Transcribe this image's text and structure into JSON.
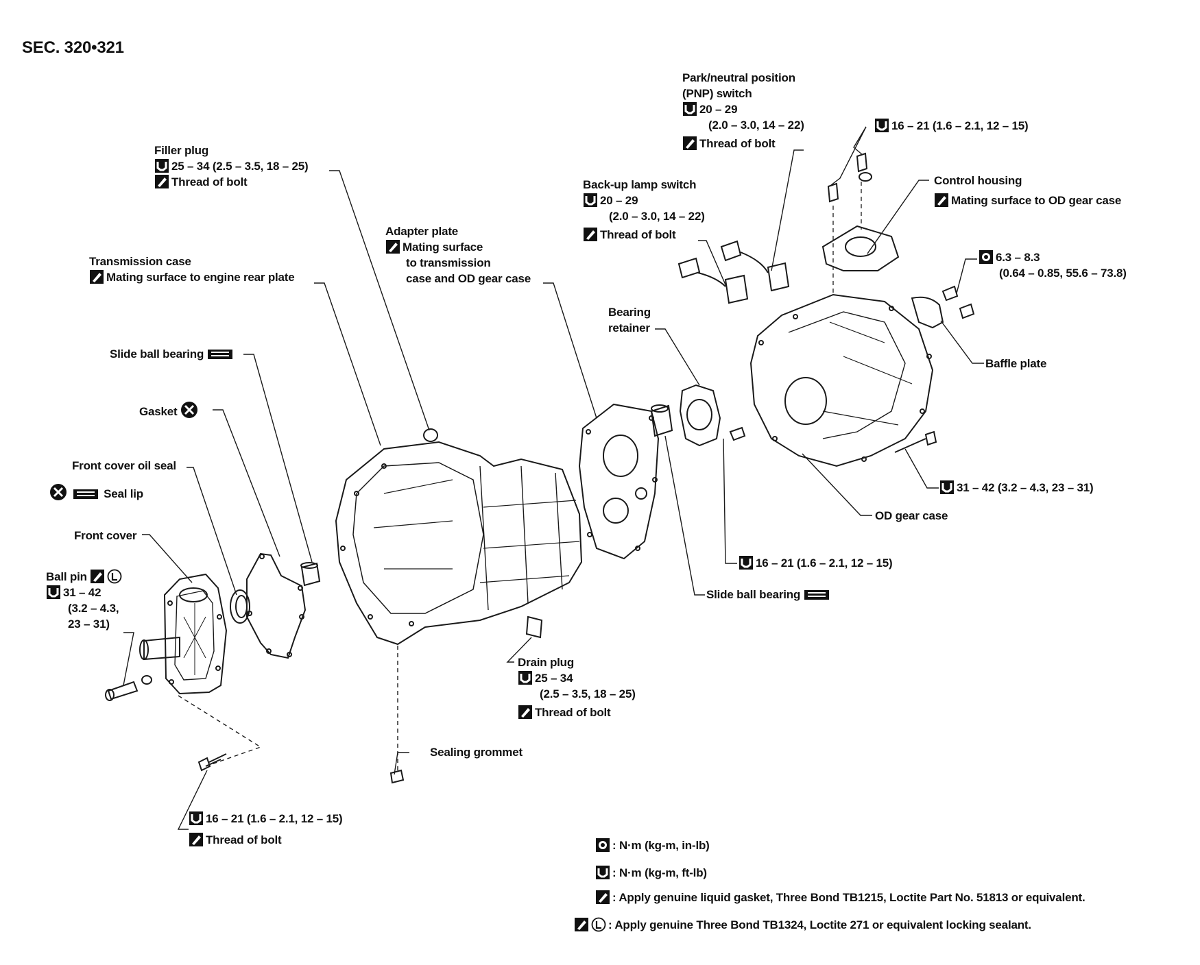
{
  "title": "SEC. 320•321",
  "icons": {
    "torque": "torque-wrench-icon",
    "torque_small": "torque-wrench-small-icon",
    "sealant": "liquid-gasket-icon",
    "locking": "locking-sealant-icon",
    "replace": "replace-every-time-icon",
    "grease": "grease-icon"
  },
  "labels": {
    "filler_plug": {
      "name": "Filler plug",
      "torque": "25 – 34 (2.5 – 3.5, 18 – 25)",
      "note": "Thread of bolt"
    },
    "transmission_case": {
      "name": "Transmission case",
      "note": "Mating surface to engine rear plate"
    },
    "slide_ball_bearing_1": {
      "name": "Slide ball bearing"
    },
    "gasket": {
      "name": "Gasket"
    },
    "front_cover_oil_seal": {
      "name": "Front cover oil seal",
      "note": "Seal lip"
    },
    "front_cover": {
      "name": "Front cover"
    },
    "ball_pin": {
      "name": "Ball pin",
      "t1": "31 – 42",
      "t2": "(3.2 – 4.3,",
      "t3": "23 – 31)"
    },
    "bolt_bottom": {
      "torque": "16 – 21 (1.6 – 2.1, 12 – 15)",
      "note": "Thread of bolt"
    },
    "adapter_plate": {
      "name": "Adapter plate",
      "l1": "Mating surface",
      "l2": "to transmission",
      "l3": "case and OD gear case"
    },
    "drain_plug": {
      "name": "Drain plug",
      "t1": "25 – 34",
      "t2": "(2.5 – 3.5, 18 – 25)",
      "note": "Thread of bolt"
    },
    "sealing_grommet": {
      "name": "Sealing grommet"
    },
    "backup_lamp": {
      "name": "Back-up lamp switch",
      "t1": "20 – 29",
      "t2": "(2.0 – 3.0, 14 – 22)",
      "note": "Thread of bolt"
    },
    "pnp_switch": {
      "l1": "Park/neutral position",
      "l2": "(PNP) switch",
      "t1": "20 – 29",
      "t2": "(2.0 – 3.0, 14 – 22)",
      "note": "Thread of bolt"
    },
    "control_bolt": {
      "torque": "16 – 21 (1.6 – 2.1, 12 – 15)"
    },
    "control_housing": {
      "name": "Control housing",
      "note": "Mating surface to OD gear case"
    },
    "baffle_bolt": {
      "t1": "6.3 – 8.3",
      "t2": "(0.64 – 0.85, 55.6 – 73.8)"
    },
    "bearing_retainer": {
      "l1": "Bearing",
      "l2": "retainer"
    },
    "baffle_plate": {
      "name": "Baffle plate"
    },
    "od_bolt": {
      "torque": "31 – 42 (3.2 – 4.3, 23 – 31)"
    },
    "od_gear_case": {
      "name": "OD gear case"
    },
    "retainer_bolt": {
      "torque": "16 – 21 (1.6 – 2.1, 12 – 15)"
    },
    "slide_ball_bearing_2": {
      "name": "Slide ball bearing"
    }
  },
  "legend": [
    {
      "icon": "torque-wrench-small-icon",
      "text": ": N·m (kg-m, in-lb)"
    },
    {
      "icon": "torque-wrench-icon",
      "text": ": N·m (kg-m, ft-lb)"
    },
    {
      "icon": "liquid-gasket-icon",
      "text": ": Apply genuine liquid gasket, Three Bond TB1215, Loctite Part No. 51813 or equivalent."
    },
    {
      "icon": "locking-sealant-icon",
      "text": ": Apply genuine Three Bond TB1324, Loctite 271 or equivalent locking sealant."
    }
  ]
}
